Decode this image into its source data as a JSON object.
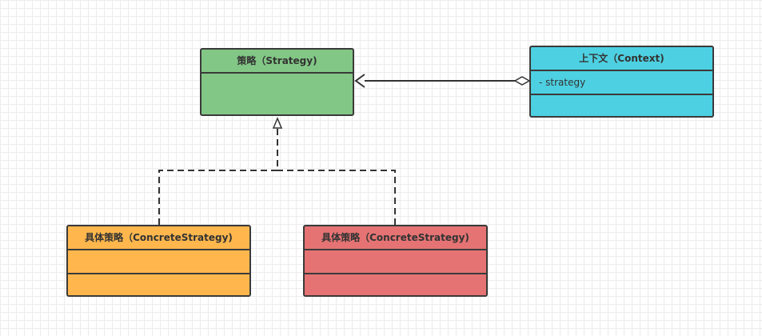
{
  "classes": {
    "strategy": {
      "name": "策略（Strategy)",
      "attributes": "",
      "fill": "#82c785"
    },
    "context": {
      "name": "上下文（Context)",
      "attributes": "- strategy",
      "fill": "#4dd0e1"
    },
    "concrete_a": {
      "name": "具体策略（ConcreteStrategy)",
      "attributes": "",
      "fill": "#ffb74d"
    },
    "concrete_b": {
      "name": "具体策略（ConcreteStrategy)",
      "attributes": "",
      "fill": "#e57373"
    }
  },
  "relations": [
    {
      "type": "aggregation",
      "from": "context",
      "to": "strategy"
    },
    {
      "type": "realization",
      "from": "concrete_a",
      "to": "strategy"
    },
    {
      "type": "realization",
      "from": "concrete_b",
      "to": "strategy"
    }
  ],
  "colors": {
    "line": "#333333",
    "grid": "#ececec"
  }
}
